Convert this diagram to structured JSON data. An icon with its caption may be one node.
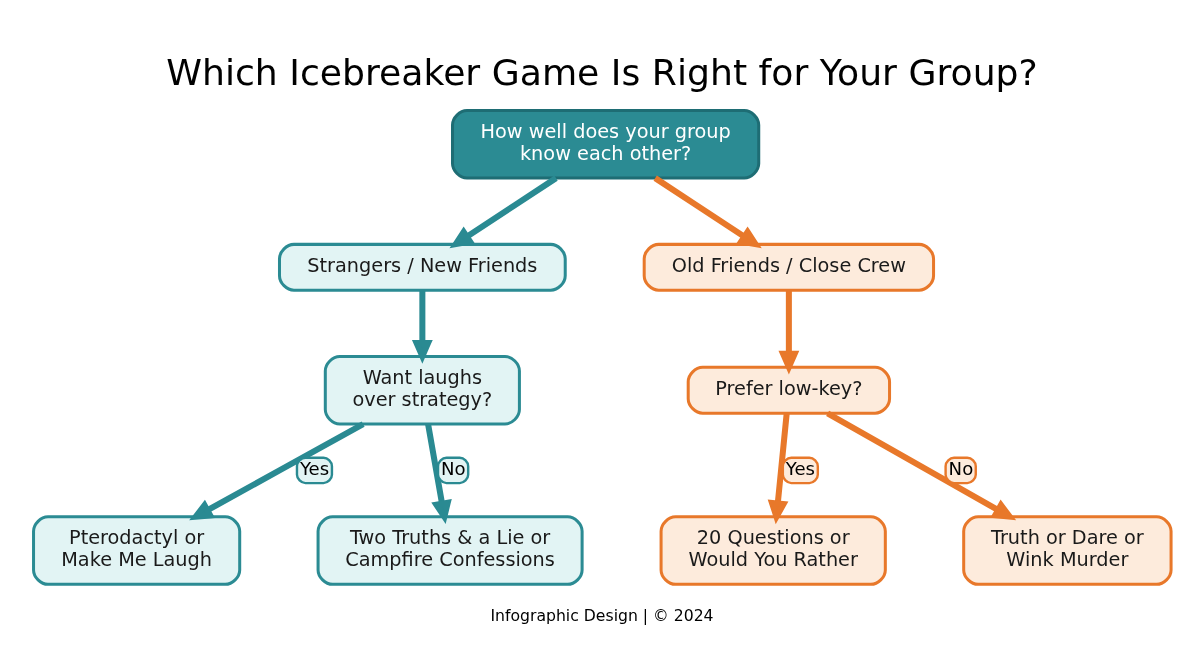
{
  "diagram": {
    "title": "Which Icebreaker Game Is Right for Your Group?",
    "caption": "Infographic Design | © 2024",
    "nodes": [
      {
        "text": [
          "How well does your group know each other?"
        ]
      },
      {
        "text": [
          "Strangers / New Friends"
        ]
      },
      {
        "text": [
          "Old Friends / Close Crew"
        ]
      },
      {
        "text": [
          "Want laughs over strategy?"
        ]
      },
      {
        "text": [
          "Prefer low-key?"
        ]
      },
      {
        "text": [
          "Pterodactyl or Make Me Laugh"
        ]
      },
      {
        "text": [
          "Two Truths & a Lie or Campfire Confessions"
        ]
      },
      {
        "text": [
          "20 Questions or Would You Rather"
        ]
      },
      {
        "text": [
          "Truth or Dare or Wink Murder"
        ]
      }
    ],
    "edges": [
      {
        "from": 0,
        "to": 1,
        "arrow": "to",
        "color": "#2a8a92"
      },
      {
        "from": 0,
        "to": 2,
        "arrow": "to",
        "color": "#e8782a"
      },
      {
        "from": 1,
        "to": 3,
        "arrow": "to",
        "color": "#2a8a92"
      },
      {
        "from": 2,
        "to": 4,
        "arrow": "to",
        "color": "#e8782a"
      },
      {
        "from": 3,
        "to": 5,
        "arrow": "to",
        "label": "Yes",
        "color": "#2a8a92"
      },
      {
        "from": 3,
        "to": 6,
        "arrow": "to",
        "label": "No",
        "color": "#2a8a92"
      },
      {
        "from": 4,
        "to": 7,
        "arrow": "to",
        "label": "Yes",
        "color": "#e8782a"
      },
      {
        "from": 4,
        "to": 8,
        "arrow": "to",
        "label": "No",
        "color": "#e8782a"
      }
    ]
  }
}
